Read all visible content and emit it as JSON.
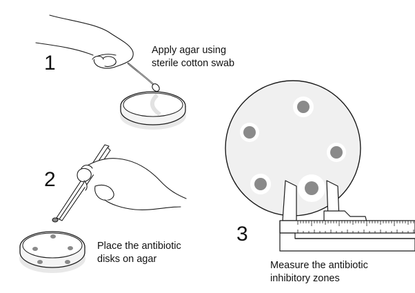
{
  "steps": [
    {
      "number": "1",
      "caption_line1": "Apply agar using",
      "caption_line2": "sterile cotton swab"
    },
    {
      "number": "2",
      "caption_line1": "Place the antibiotic",
      "caption_line2": "disks on agar"
    },
    {
      "number": "3",
      "caption_line1": "Measure the antibiotic",
      "caption_line2": "inhibitory zones"
    }
  ],
  "colors": {
    "line": "#1a1a1a",
    "disk": "#8a8a8a",
    "agar": "#f0f0f0",
    "shadow": "#e6e6e6",
    "zone": "#ffffff"
  }
}
